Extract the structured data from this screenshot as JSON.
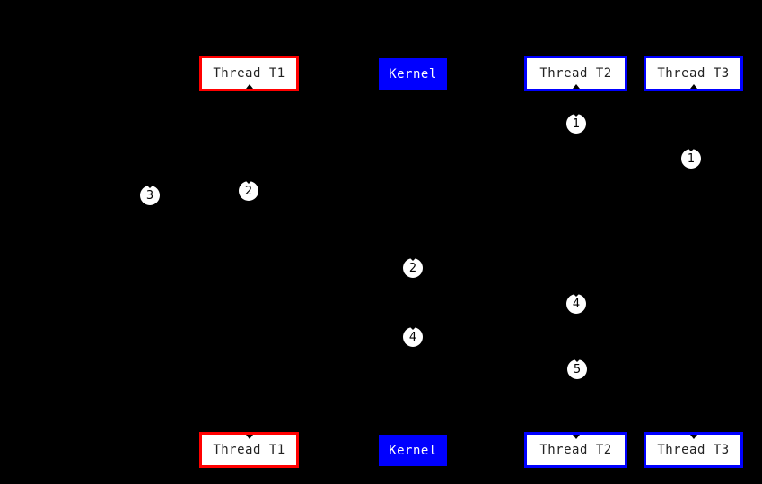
{
  "diagram": {
    "type": "sequence-diagram",
    "background_color": "#000000",
    "colors": {
      "thread_t1_border": "#ff0000",
      "thread_border": "#0000ff",
      "kernel_fill": "#0000ff",
      "box_fill": "#ffffff",
      "box_text": "#222222",
      "kernel_text": "#ffffff",
      "marker_fill": "#ffffff",
      "marker_text": "#000000"
    },
    "entities": [
      {
        "label": "Thread T1"
      },
      {
        "label": "Kernel"
      },
      {
        "label": "Thread T2"
      },
      {
        "label": "Thread T3"
      }
    ],
    "markers": [
      {
        "label": "1",
        "lane": "thread-t2"
      },
      {
        "label": "1",
        "lane": "thread-t3"
      },
      {
        "label": "2",
        "lane": "thread-t1"
      },
      {
        "label": "3",
        "lane": "left-of-thread-t1"
      },
      {
        "label": "2",
        "lane": "kernel"
      },
      {
        "label": "4",
        "lane": "thread-t2"
      },
      {
        "label": "4",
        "lane": "kernel"
      },
      {
        "label": "5",
        "lane": "thread-t2"
      }
    ]
  }
}
